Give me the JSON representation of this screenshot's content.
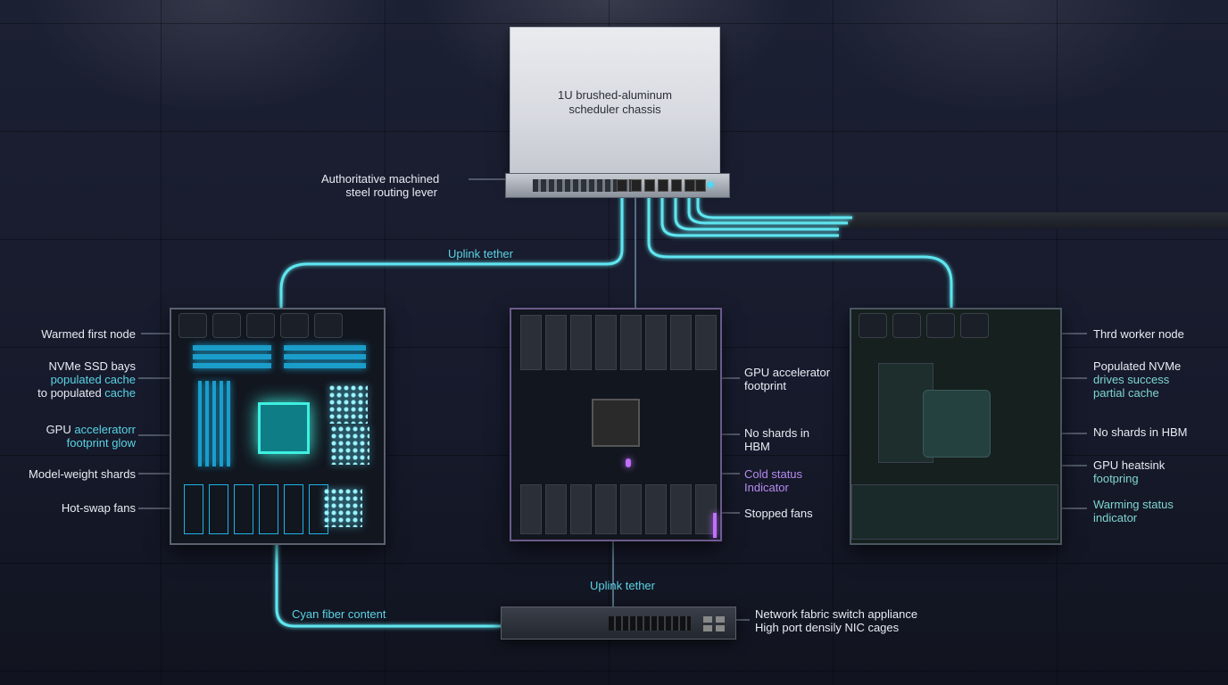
{
  "scheduler": {
    "title_line1": "1U brushed-aluminum",
    "title_line2": "scheduler chassis",
    "lever_line1": "Authoritative machined",
    "lever_line2": "steel routing lever"
  },
  "tethers": {
    "uplink_top": "Uplink tether",
    "uplink_bottom": "Uplink tether",
    "cyan_fiber": "Cyan fiber content"
  },
  "node1": {
    "warmed": "Warmed first node",
    "nvme_line1": "NVMe SSD bays",
    "nvme_line2": "populated cache",
    "nvme_line3_a": "to populated ",
    "nvme_line3_b": "cache",
    "gpu_line1_a": "GPU ",
    "gpu_line1_b": "acceleratorr",
    "gpu_line2": "footprint glow",
    "shards": "Model-weight shards",
    "fans": "Hot-swap fans"
  },
  "node2": {
    "gpu_line1": "GPU accelerator",
    "gpu_line2": "footprint",
    "noshards_line1": "No shards in",
    "noshards_line2": "HBM",
    "cold_line1": "Cold status",
    "cold_line2": "Indicator",
    "fans": "Stopped fans"
  },
  "node3": {
    "title": "Thrd worker node",
    "nvme_line1": "Populated NVMe",
    "nvme_line2": "drives success",
    "nvme_line3": "partial cache",
    "noshards": "No shards in HBM",
    "heatsink_line1": "GPU heatsink",
    "heatsink_line2": "footpring",
    "warming_line1": "Warming status",
    "warming_line2": "indicator"
  },
  "switch": {
    "line1": "Network fabric switch appliance",
    "line2": "High port densily NIC cages"
  },
  "colors": {
    "fiber": "#5fe6f0",
    "cold": "#c070ff",
    "label_accent": "#59d4e6"
  }
}
